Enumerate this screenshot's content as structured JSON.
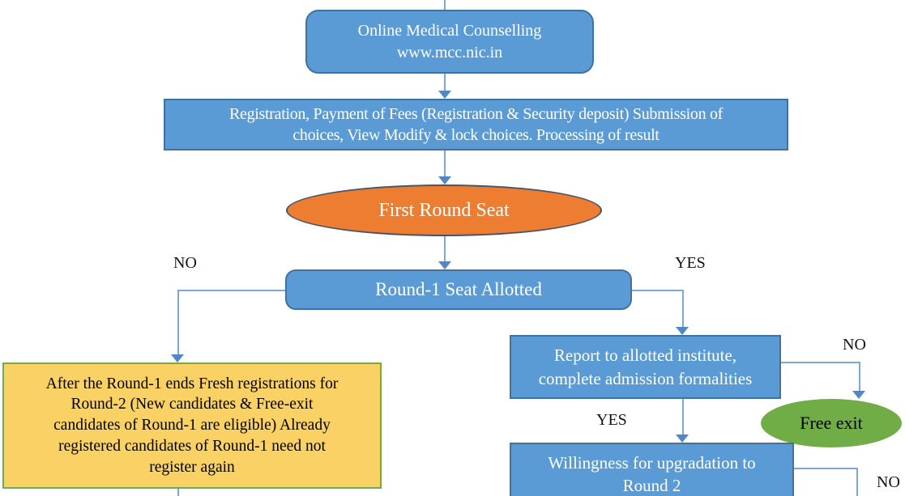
{
  "diagram_title": "MCC Online Medical Counselling flowchart",
  "nodes": {
    "start": {
      "shape": "rounded-rectangle",
      "lines": [
        "Online Medical Counselling",
        "www.mcc.nic.in"
      ]
    },
    "process": {
      "shape": "rectangle",
      "lines": [
        "Registration, Payment of Fees (Registration & Security deposit) Submission of",
        "choices, View Modify & lock choices. Processing of result"
      ]
    },
    "first_round": {
      "shape": "ellipse",
      "text": "First Round Seat"
    },
    "decision_round1": {
      "shape": "rounded-rectangle",
      "text": "Round-1 Seat Allotted"
    },
    "fresh_registration": {
      "shape": "rectangle",
      "lines": [
        "After the Round-1 ends Fresh registrations for",
        "Round-2 (New candidates & Free-exit",
        "candidates of Round-1 are eligible) Already",
        "registered candidates of Round-1 need not",
        "register again"
      ]
    },
    "report": {
      "shape": "rectangle",
      "lines": [
        "Report to allotted institute,",
        "complete admission formalities"
      ]
    },
    "free_exit": {
      "shape": "ellipse",
      "text": "Free exit"
    },
    "willingness": {
      "shape": "rectangle",
      "lines": [
        "Willingness for upgradation to",
        "Round 2"
      ]
    }
  },
  "edge_labels": {
    "round1_no": "NO",
    "round1_yes": "YES",
    "report_no": "NO",
    "report_yes": "YES",
    "upgrade_no": "NO"
  },
  "colors": {
    "node_blue": "#5B9BD5",
    "node_blue_border": "#41719C",
    "orange": "#ED7D31",
    "orange_border": "#44546A",
    "yellow": "#FAD164",
    "yellow_border": "#70AD47",
    "green": "#70AD47",
    "connector": "#7DA7D9",
    "text_light": "#FFFFFF",
    "text_dark": "#141414"
  }
}
